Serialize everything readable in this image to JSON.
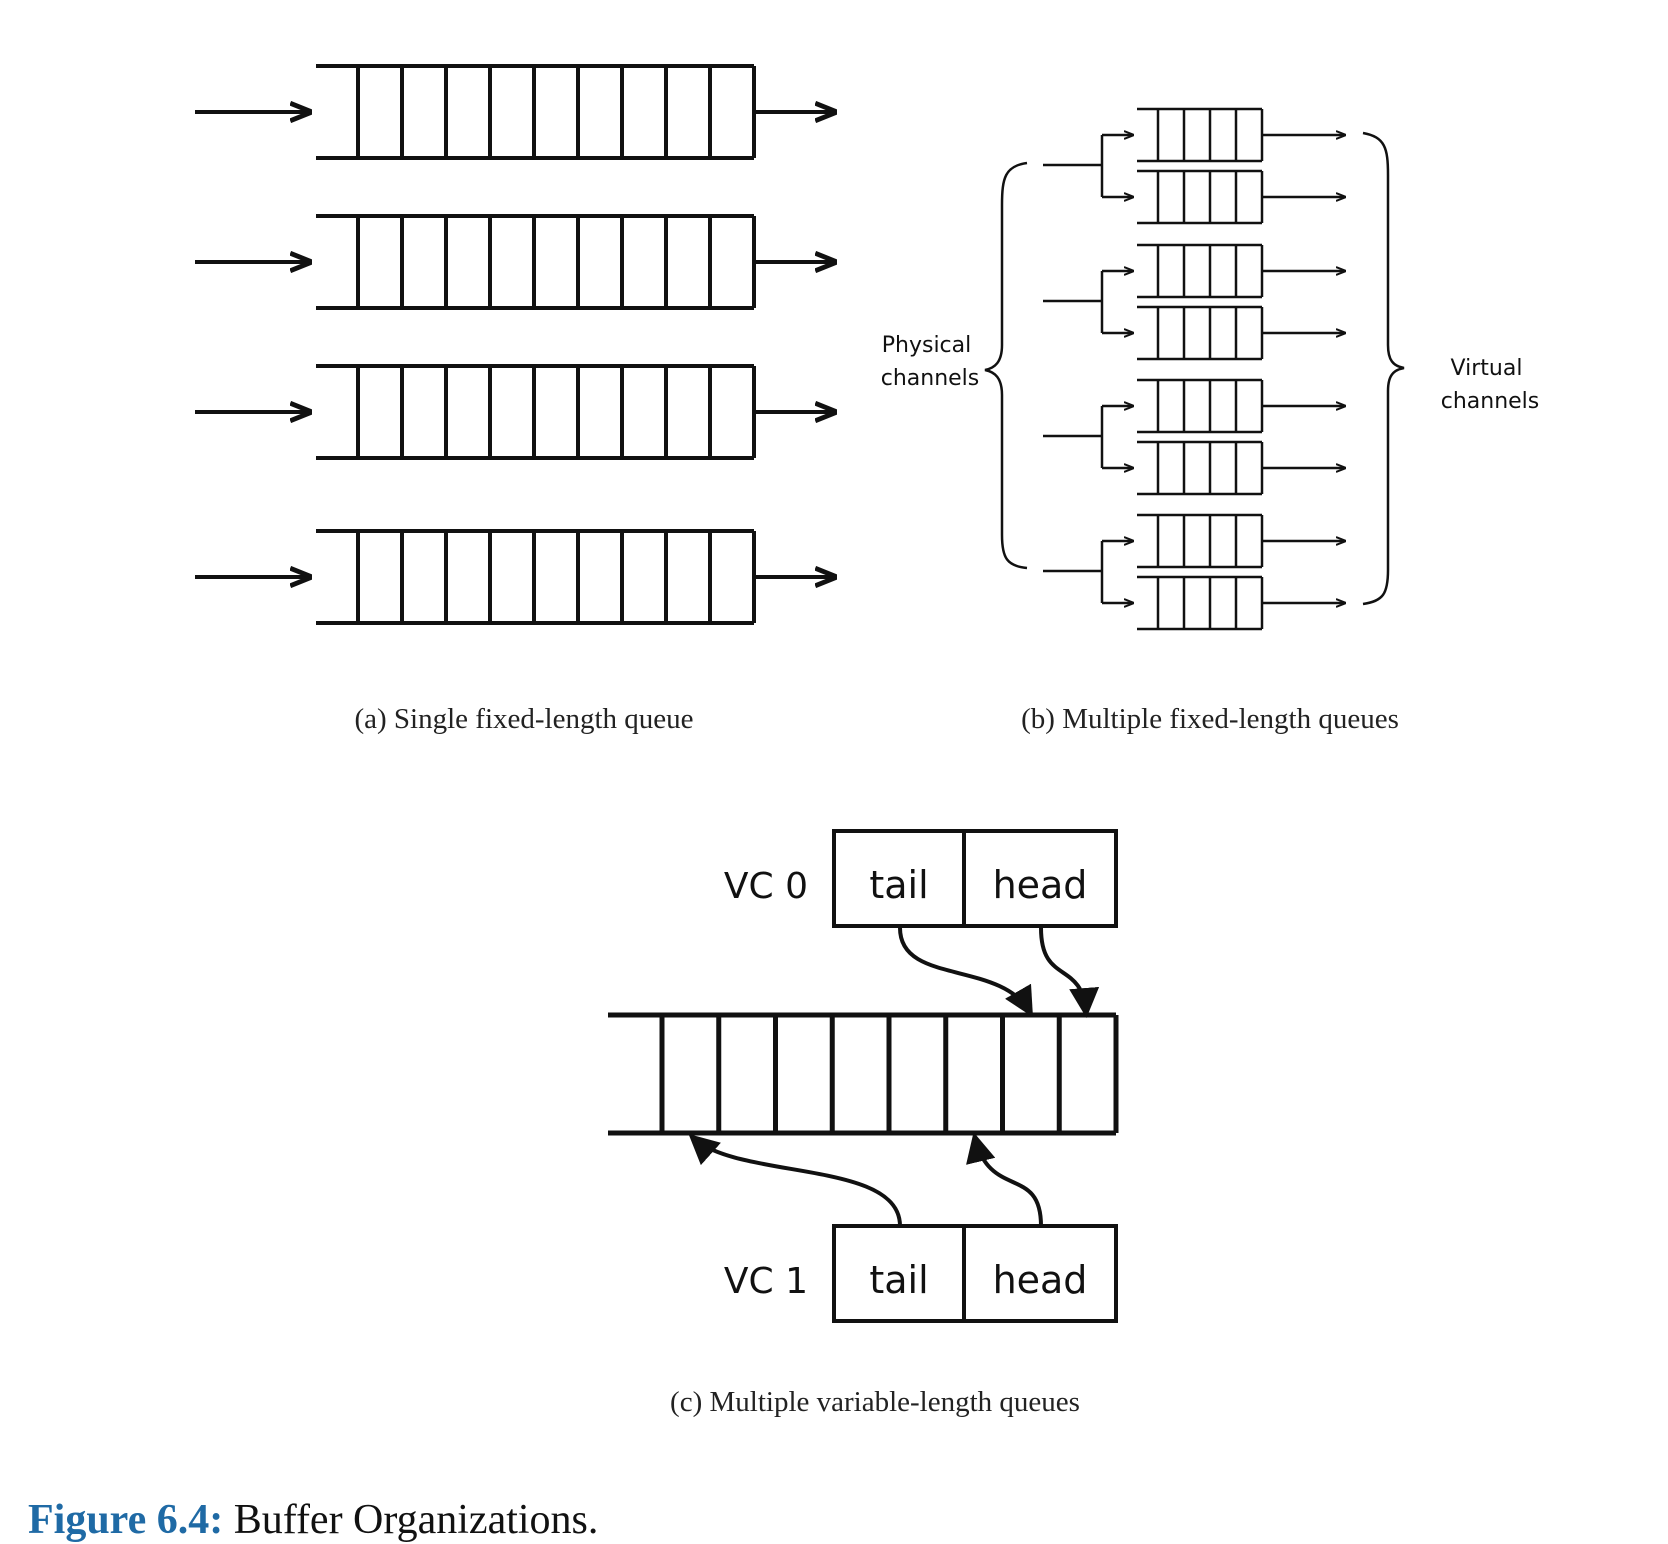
{
  "panel_a": {
    "caption": "(a) Single fixed-length queue",
    "queues": [
      {
        "slots": 9
      },
      {
        "slots": 9
      },
      {
        "slots": 9
      },
      {
        "slots": 9
      }
    ]
  },
  "panel_b": {
    "caption": "(b) Multiple fixed-length queues",
    "left_label_line1": "Physical",
    "left_label_line2": "channels",
    "right_label_line1": "Virtual",
    "right_label_line2": "channels",
    "physical_channels": 4,
    "virtual_channels_per_physical": 2,
    "slots_per_queue": 4
  },
  "panel_c": {
    "caption": "(c) Multiple variable-length queues",
    "buffer_slots": 8,
    "vc0": {
      "label": "VC 0",
      "tail": "tail",
      "head": "head"
    },
    "vc1": {
      "label": "VC 1",
      "tail": "tail",
      "head": "head"
    }
  },
  "figure": {
    "label": "Figure 6.4:",
    "title": "Buffer Organizations.",
    "label_color": "#1f6aa5"
  },
  "colors": {
    "stroke": "#111111",
    "background": "#ffffff"
  }
}
